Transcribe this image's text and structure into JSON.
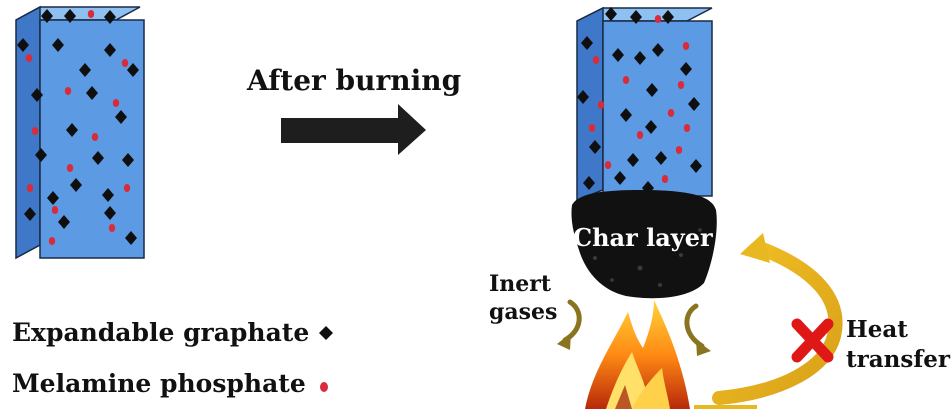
{
  "diagram": {
    "arrow_label": "After burning",
    "char_layer_label": "Char layer",
    "inert_gases_label": [
      "Inert",
      "gases"
    ],
    "heat_transfer_label": [
      "Heat",
      "transfer"
    ],
    "legend": [
      {
        "label": "Expandable graphate",
        "marker": "black-diamond"
      },
      {
        "label": "Melamine phosphate",
        "marker": "red-dot"
      }
    ]
  },
  "colors": {
    "block_front": "#5c9be4",
    "block_side": "#3f78c8",
    "block_top": "#8ec0f1",
    "graphite": "#0f0f0f",
    "melamine": "#d92b3a",
    "char": "#111111",
    "heat_arrow": "#e8b820",
    "cross": "#e01717",
    "gas_arrow": "#8a7420"
  }
}
